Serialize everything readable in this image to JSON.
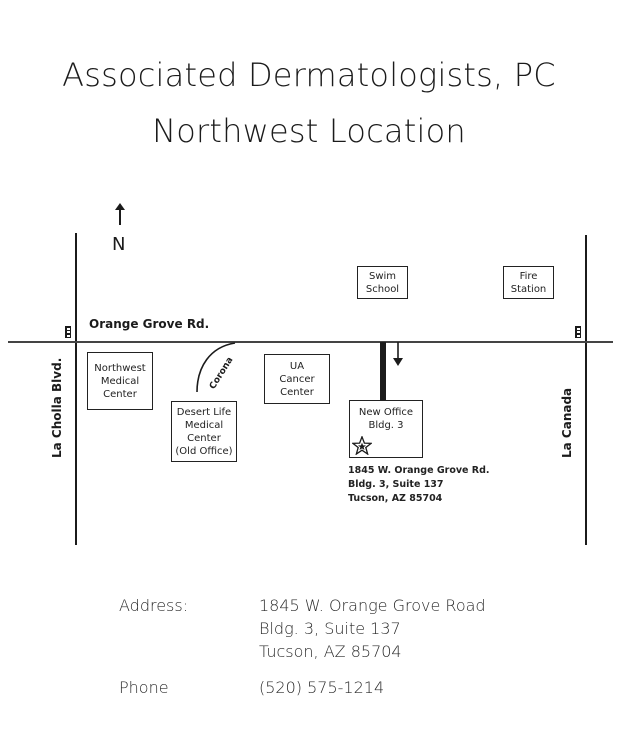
{
  "title": {
    "line1": "Associated Dermatologists, PC",
    "line2": "Northwest Location"
  },
  "map": {
    "compass": {
      "arrow": "↑",
      "label": "N"
    },
    "roads": {
      "horizontal": "Orange Grove Rd.",
      "left_vertical": "La Cholla Blvd.",
      "right_vertical": "La Canada",
      "curved": "Corona"
    },
    "landmarks": [
      {
        "id": "swim-school",
        "lines": [
          "Swim",
          "School"
        ]
      },
      {
        "id": "fire-station",
        "lines": [
          "Fire",
          "Station"
        ]
      },
      {
        "id": "northwest-medical-center",
        "lines": [
          "Northwest",
          "Medical",
          "Center"
        ]
      },
      {
        "id": "desert-life-medical-center",
        "lines": [
          "Desert Life",
          "Medical",
          "Center",
          "(Old Office)"
        ]
      },
      {
        "id": "ua-cancer-center",
        "lines": [
          "UA",
          "Cancer",
          "Center"
        ]
      },
      {
        "id": "new-office",
        "lines": [
          "New Office",
          "Bldg. 3"
        ],
        "marker": "star"
      }
    ],
    "map_address": {
      "line1": "1845 W. Orange Grove Rd.",
      "line2": "Bldg. 3, Suite 137",
      "line3": "Tucson, AZ 85704"
    },
    "icons": {
      "traffic_signal": "traffic-signal-icon",
      "entrance_arrow": "↓",
      "office_marker": "☆"
    }
  },
  "contact": {
    "address_label": "Address:",
    "address_line1": "1845 W. Orange Grove Road",
    "address_line2": "Bldg. 3, Suite 137",
    "address_line3": "Tucson, AZ 85704",
    "phone_label": "Phone",
    "phone": "(520) 575-1214"
  }
}
